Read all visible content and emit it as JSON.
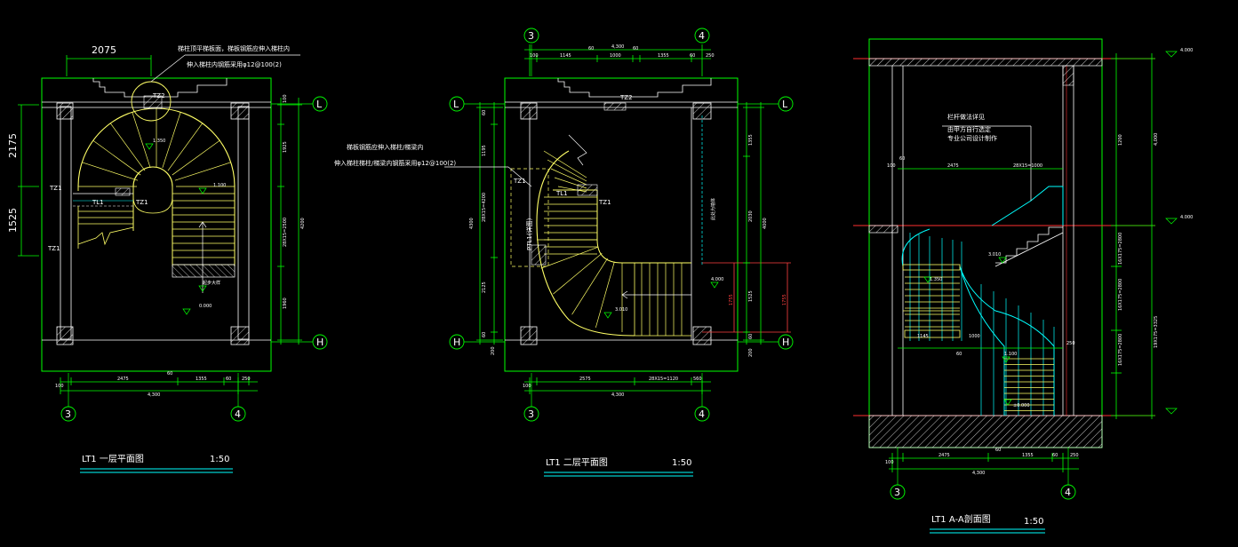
{
  "plan1": {
    "title": "LT1 一层平面图",
    "scale": "1:50",
    "top_dim": "2075",
    "left_dims": [
      "2175",
      "1525"
    ],
    "note": [
      "梯柱顶平梯板面，梯板钢筋应伸入梯柱内",
      "伸入梯柱内钢筋采用φ12@100(2)"
    ],
    "labels": {
      "tz2": "TZ2",
      "tz1a": "TZ1",
      "tz1b": "TZ1",
      "tz1c": "TZ1",
      "tl1": "TL1"
    },
    "levels": [
      "1.350",
      "1.100",
      "0.000"
    ],
    "up_note": "起步大样",
    "right_dims": [
      "100",
      "1925",
      "28X15=2500",
      "4200",
      "1960"
    ],
    "bottom_dims": [
      "100",
      "2475",
      "1355",
      "60",
      "250",
      "60",
      "4,300"
    ],
    "axes": {
      "left": "3",
      "right": "4",
      "top": "L",
      "bottom": "H"
    }
  },
  "plan2": {
    "title": "LT1 二层平面图",
    "scale": "1:50",
    "top_dims": [
      "100",
      "1145",
      "1000",
      "60",
      "1355",
      "60",
      "250",
      "60",
      "4,300"
    ],
    "note": [
      "梯板钢筋应伸入梯柱/梯梁内",
      "伸入梯柱梯柱/梯梁内钢筋采用φ12@100(2)"
    ],
    "labels": {
      "tz2": "TZ2",
      "tz1a": "TZ1",
      "tz1b": "TZ1",
      "tl1": "TL1",
      "ptl": "PTL1(详图)"
    },
    "levels": [
      "4.000",
      "3.010"
    ],
    "left_dims": [
      "60",
      "1195",
      "28X15=4200",
      "4300",
      "2125",
      "60",
      "200"
    ],
    "right_dims": [
      "1355",
      "1525",
      "2030",
      "4000",
      "60",
      "200"
    ],
    "red_dims": [
      "1755",
      "1755"
    ],
    "bottom_dims": [
      "100",
      "2575",
      "28X15=1120",
      "560",
      "4,300"
    ],
    "axes": {
      "left": "3",
      "right": "4",
      "top": "L",
      "bottom": "H"
    },
    "side_note": "此处为墙体"
  },
  "section": {
    "title": "LT1 A-A剖面图",
    "scale": "1:50",
    "note": [
      "栏杆做法详见",
      "由甲方自行选定",
      "专业公司设计制作"
    ],
    "levels": [
      "4.000",
      "3.010",
      "1.350",
      "1.100",
      "±0.000"
    ],
    "top_level": "4.000",
    "right_dims": [
      "1200",
      "4,000",
      "16X175=2800",
      "16X175=2800",
      "16X175=2800",
      "19X175=3325"
    ],
    "bottom_dims": [
      "100",
      "2475",
      "60",
      "1355",
      "60",
      "250",
      "4,300"
    ],
    "inner_dims": [
      "1145",
      "1000",
      "60",
      "250",
      "2475",
      "28X15=1000",
      "100",
      "60"
    ],
    "axes": {
      "left": "3",
      "right": "4"
    }
  }
}
